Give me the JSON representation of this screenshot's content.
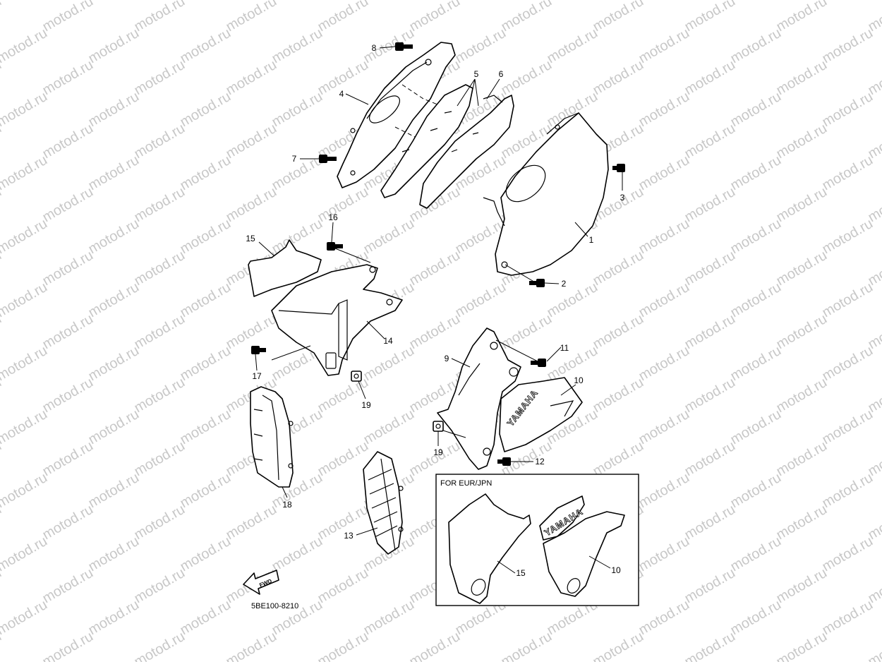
{
  "watermark": "motod.ru",
  "diagram_code": "5BE100-8210",
  "inset": {
    "title": "FOR EUR/JPN",
    "callouts": [
      "15",
      "10"
    ]
  },
  "callouts": {
    "p1": "1",
    "p2": "2",
    "p3": "3",
    "p4": "4",
    "p5": "5",
    "p6": "6",
    "p7": "7",
    "p8": "8",
    "p9": "9",
    "p10": "10",
    "p11": "11",
    "p12": "12",
    "p13": "13",
    "p14": "14",
    "p15": "15",
    "p16": "16",
    "p17": "17",
    "p18": "18",
    "p19a": "19",
    "p19b": "19"
  },
  "decal_text": "YAMAHA",
  "fwd_label": "FWD"
}
